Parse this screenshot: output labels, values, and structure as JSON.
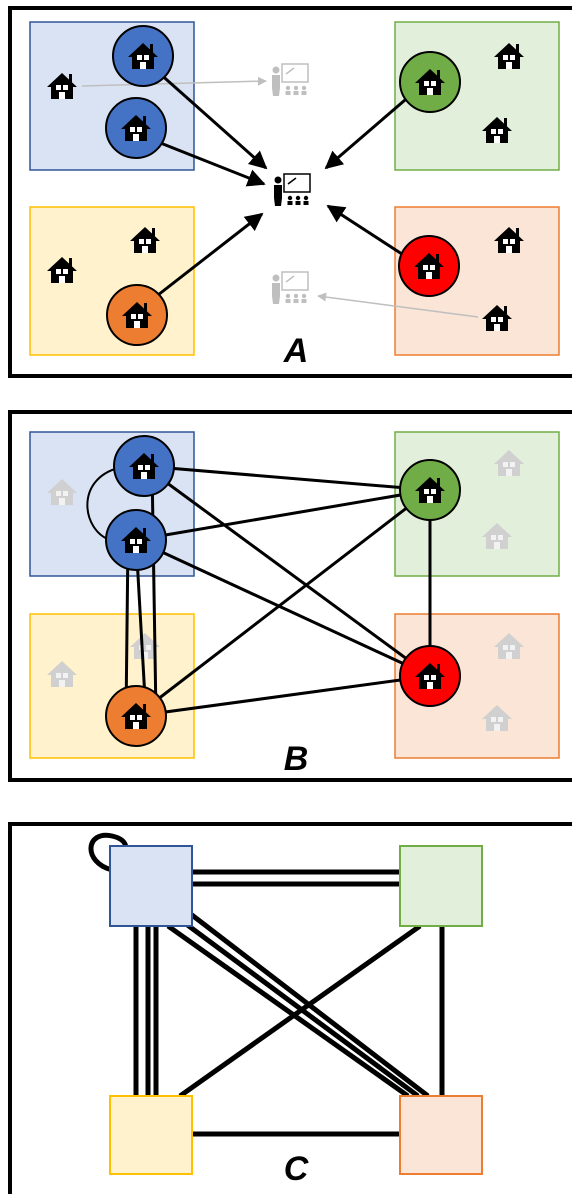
{
  "panels": {
    "a": {
      "label": "A"
    },
    "b": {
      "label": "B"
    },
    "c": {
      "label": "C"
    }
  },
  "colors": {
    "blue_fill": "#dae3f3",
    "blue_stroke": "#2f5597",
    "blue_node": "#4472c4",
    "green_fill": "#e2efda",
    "green_stroke": "#70ad47",
    "green_node": "#70ad47",
    "yellow_fill": "#fff2cc",
    "yellow_stroke": "#ffc000",
    "orange_fill": "#fbe5d6",
    "orange_stroke": "#ed7d31",
    "orange_node": "#ed7d31",
    "red_node": "#ff0000",
    "faded": "#bfbfbf"
  },
  "icons": [
    "house-icon",
    "teacher-classroom-icon"
  ]
}
